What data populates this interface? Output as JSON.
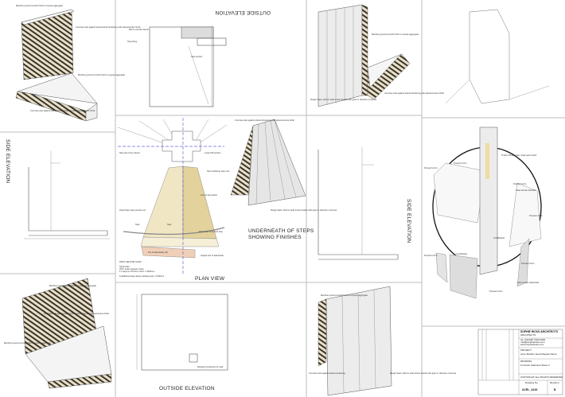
{
  "sheet": {
    "panels": {
      "iso_top_left": {
        "notes": [
          "Machine ground smooth finish to expose aggregate",
          "Concrete cast against planed-finish shuttering with planed-timber finish",
          "Machine ground smooth finish to expose aggregate",
          "Concrete cast against planed-finish shuttering with planed-timber finish"
        ]
      },
      "side_elevation_left": {
        "title": "SIDE ELEVATION"
      },
      "iso_bottom_left": {
        "notes": [
          "Machine ground smooth finish to expose aggregate",
          "Concrete cast against planed-finish shuttering with planed-texture finish",
          "Machine ground smooth finish to expose aggregate"
        ]
      },
      "outside_elevation_top": {
        "title": "OUTSIDE ELEVATION",
        "notes": [
          "Bolt to central column",
          "Step fixing",
          "Step section"
        ]
      },
      "plan_view": {
        "title": "PLAN VIEW",
        "notes": [
          "Site-cast cross column",
          "Local infill section",
          "Next cantilever step over",
          "Line of step below",
          "Paired face step precast unit",
          "Step",
          "Step",
          "Top of balustrade, flat",
          "Angled part of balustrade",
          "Dimension of second step"
        ],
        "caption": [
          "FIRST-SECOND STAIR",
          "Spiral Stair",
          "20.8° angle between steps",
          "17 steps at 176.5mm risers = 3000mm",
          "8 additional steps above landing level = 1500mm"
        ]
      },
      "underneath": {
        "title_line1": "UNDERNEATH OF STEPS",
        "title_line2": "SHOWING FINISHES",
        "notes": [
          "Concrete cast against planed shuttering with planed-texture finish",
          "Rough Sawn 110mm wide timber boards with grain in direction of arrows"
        ]
      },
      "iso_top_mid": {
        "notes": [
          "Machine ground smooth finish to expose aggregate",
          "Rough Sawn 110mm wide timber boards with grain in direction of arrows",
          "Concrete cast against planed shuttering with planed-texture finish"
        ]
      },
      "side_elevation_mid": {
        "title": "SIDE ELEVATION"
      },
      "outside_elevation_bottom": {
        "title": "OUTSIDE ELEVATION",
        "notes": [
          "Flanged component for stair"
        ]
      },
      "iso_bottom_mid": {
        "notes": [
          "Machine ground smooth finish to expose aggregate",
          "Rough Sawn 110mm wide timber boards with grain in direction of arrows",
          "Concrete cast against planed shuttering"
        ]
      },
      "spiral": {
        "notes": [
          "Timber Precast riser rough sawn finish",
          "Precast Unit A",
          "Precast Unit A",
          "Precast Unit A",
          "Precast Unit A",
          "Precast Unit A",
          "Precast Unit A",
          "Precast Unit A",
          "Steel circular handrail",
          "Unit Bracket",
          "Unit Bracket",
          "Face of riser balustrade"
        ]
      }
    },
    "title_block": {
      "firm": "SOPHIE HICKS ARCHITECTS",
      "firm_sub": "ARCHITECTS",
      "contact": [
        "tel +44(0)20 7000 0000",
        "mail@sophiehicks.com",
        "www.sophiehicks.com"
      ],
      "project_label": "PROJECT",
      "project": "Anne Boullen Seed Pagoda Stone",
      "drawing_label": "DRAWING",
      "drawing": "Concrete Staircase Sheet 2",
      "drawn_label": "Drawing No.",
      "drawing_no": "ACRL_A100",
      "revision_label": "Revision",
      "revision": "B",
      "status": "COPYRIGHT ALL RIGHTS RESERVED"
    }
  }
}
